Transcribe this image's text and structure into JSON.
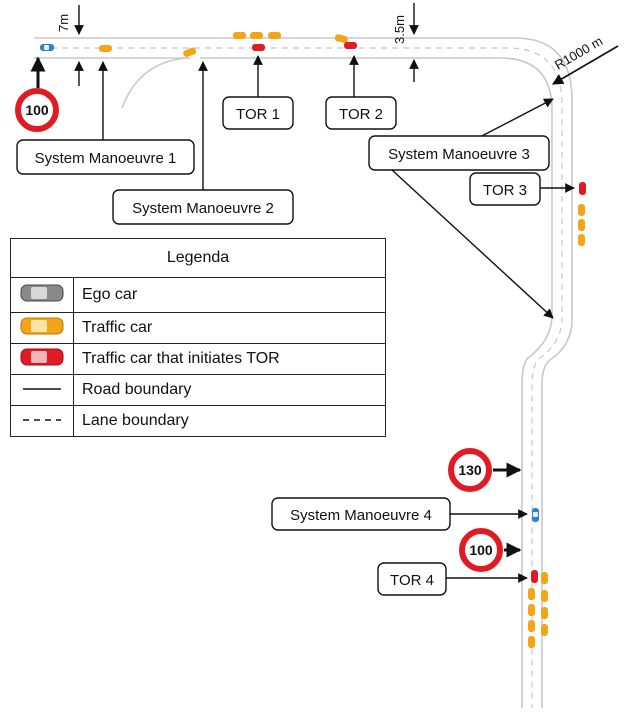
{
  "dimensions": {
    "lane_width": "7m",
    "road_offset": "3.5m",
    "radius": "R1000 m"
  },
  "speed_signs": {
    "start": "100",
    "mid": "130",
    "end": "100"
  },
  "callouts": {
    "tor1": "TOR 1",
    "tor2": "TOR 2",
    "tor3": "TOR 3",
    "tor4": "TOR 4",
    "sm1": "System Manoeuvre 1",
    "sm2": "System Manoeuvre 2",
    "sm3": "System Manoeuvre 3",
    "sm4": "System Manoeuvre 4"
  },
  "legend": {
    "title": "Legenda",
    "rows": [
      {
        "label": "Ego car",
        "symbol": "ego-car-icon"
      },
      {
        "label": "Traffic car",
        "symbol": "traffic-car-icon"
      },
      {
        "label": "Traffic car that initiates TOR",
        "symbol": "tor-car-icon"
      },
      {
        "label": "Road boundary",
        "symbol": "solid-line"
      },
      {
        "label": "Lane boundary",
        "symbol": "dashed-line"
      }
    ]
  },
  "colors": {
    "ego_car": "#2f7fd8",
    "traffic_car": "#f2a516",
    "tor_car": "#e01b24",
    "sign_ring": "#e01b24",
    "road": "#c8c8c8"
  }
}
